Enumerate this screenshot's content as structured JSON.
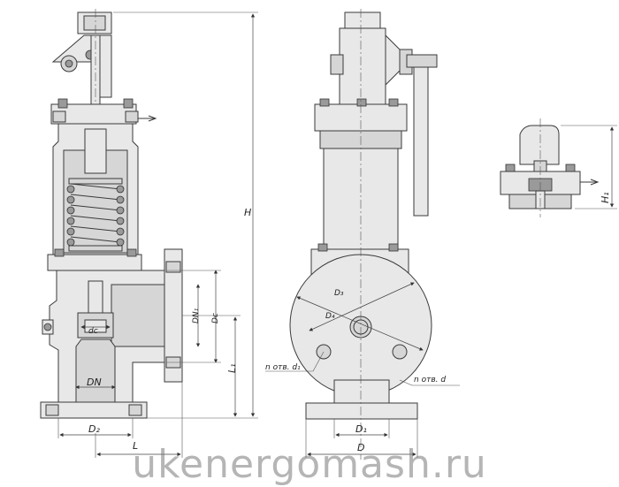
{
  "labels": {
    "H": "H",
    "H1": "H₁",
    "L1": "L₁",
    "DN": "DN",
    "DN1": "DN₁",
    "D2": "D₂",
    "L": "L",
    "dc": "dc",
    "Dc": "Dc",
    "D1": "D₁",
    "D": "D",
    "D3": "D₃",
    "D4": "D₄",
    "holes_d1": "n отв. d₁",
    "holes_d": "n отв. d"
  },
  "watermark": "ukenergomash.ru"
}
